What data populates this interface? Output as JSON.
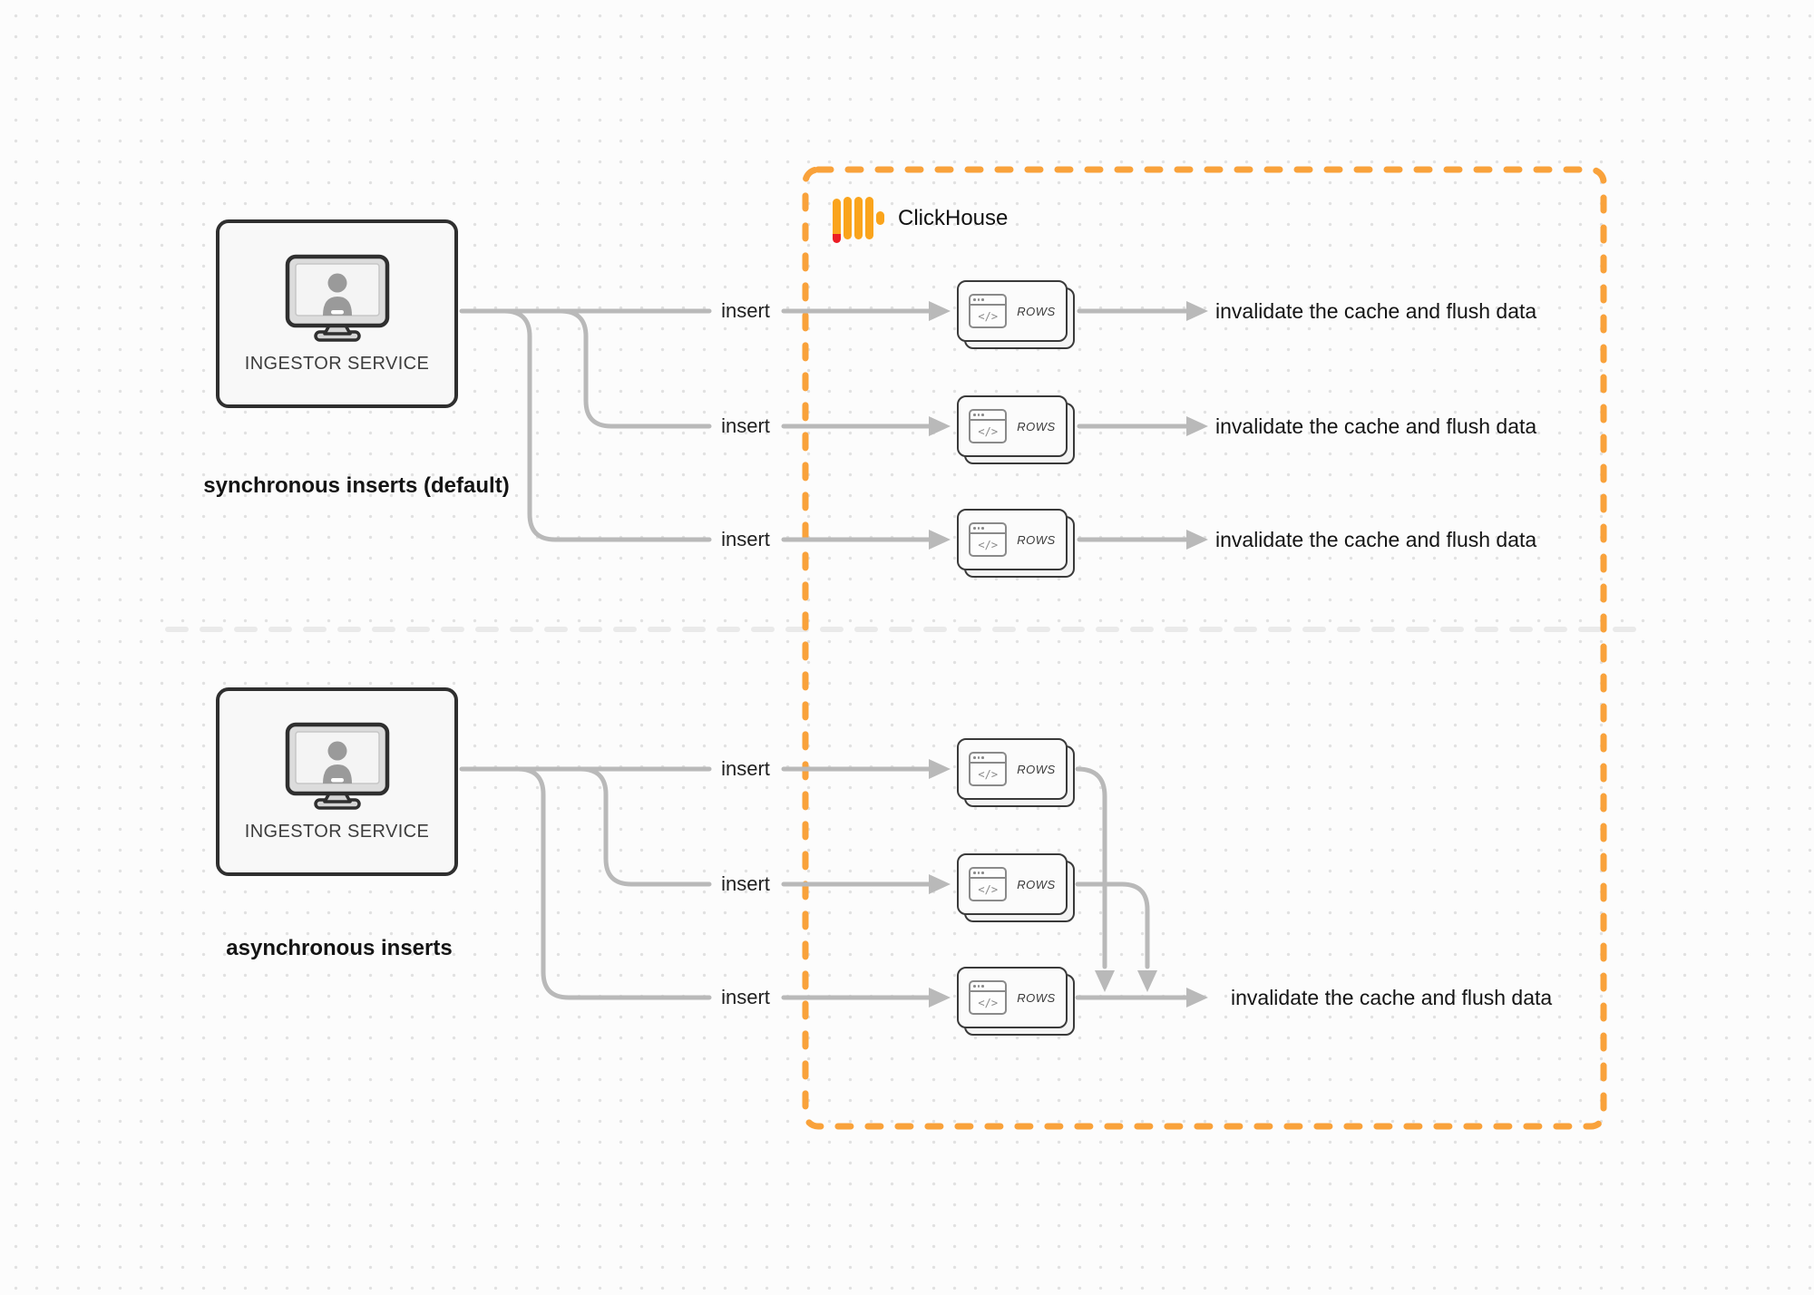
{
  "clickhouse": {
    "name": "ClickHouse"
  },
  "card_icon_glyph": "</>",
  "sync": {
    "service_label": "INGESTOR SERVICE",
    "caption": "synchronous inserts (default)",
    "rows": [
      {
        "insert": "insert",
        "card": "ROWS",
        "result": "invalidate the cache and flush data"
      },
      {
        "insert": "insert",
        "card": "ROWS",
        "result": "invalidate the cache and flush data"
      },
      {
        "insert": "insert",
        "card": "ROWS",
        "result": "invalidate the cache and flush data"
      }
    ]
  },
  "async": {
    "service_label": "INGESTOR SERVICE",
    "caption": "asynchronous inserts",
    "rows": [
      {
        "insert": "insert",
        "card": "ROWS"
      },
      {
        "insert": "insert",
        "card": "ROWS"
      },
      {
        "insert": "insert",
        "card": "ROWS",
        "result": "invalidate the cache and flush data"
      }
    ]
  },
  "colors": {
    "accent_orange": "#F9A23B",
    "logo_yellow": "#FAA41C",
    "logo_red": "#EC1D25",
    "arrow_gray": "#B9B9B9",
    "border_dark": "#2F2F2F"
  }
}
